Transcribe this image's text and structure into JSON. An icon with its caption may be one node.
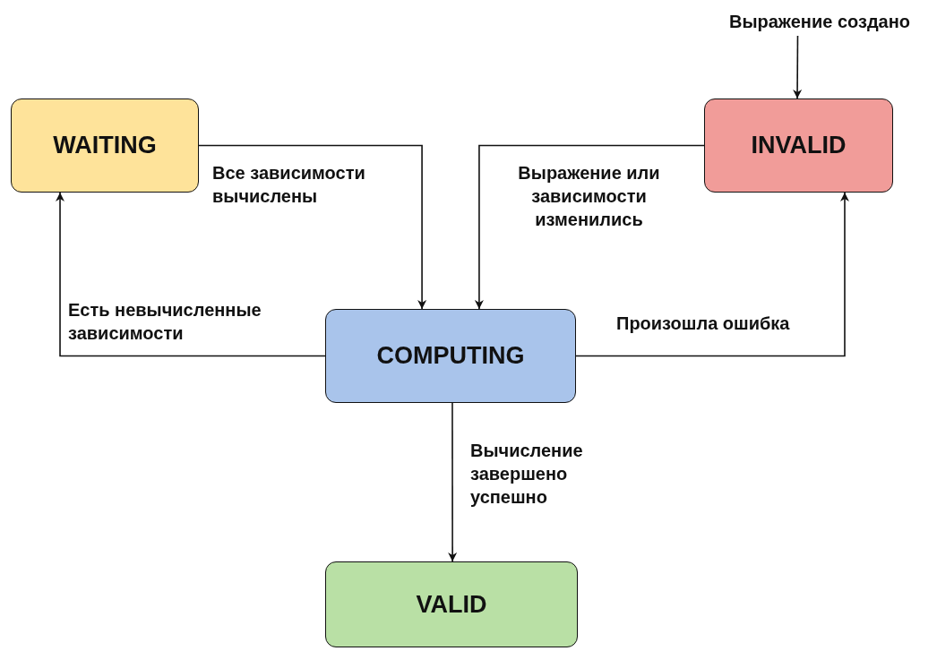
{
  "diagram": {
    "nodes": [
      {
        "text": [
          "WAITING"
        ]
      },
      {
        "text": [
          "INVALID"
        ]
      },
      {
        "text": [
          "COMPUTING"
        ]
      },
      {
        "text": [
          "VALID"
        ]
      },
      {
        "text": [
          "Выражение создано"
        ]
      }
    ],
    "edges": [
      {
        "from": 4,
        "to": 1,
        "arrow": "to"
      },
      {
        "from": 0,
        "to": 2,
        "arrow": "to",
        "label": "Все зависимости вычислены"
      },
      {
        "from": 1,
        "to": 2,
        "arrow": "to",
        "label": "Выражение или зависимости изменились"
      },
      {
        "from": 2,
        "to": 0,
        "arrow": "to",
        "label": "Есть невычисленные зависимости"
      },
      {
        "from": 2,
        "to": 1,
        "arrow": "to",
        "label": "Произошла ошибка"
      },
      {
        "from": 2,
        "to": 3,
        "arrow": "to",
        "label": "Вычисление завершено успешно"
      }
    ]
  }
}
